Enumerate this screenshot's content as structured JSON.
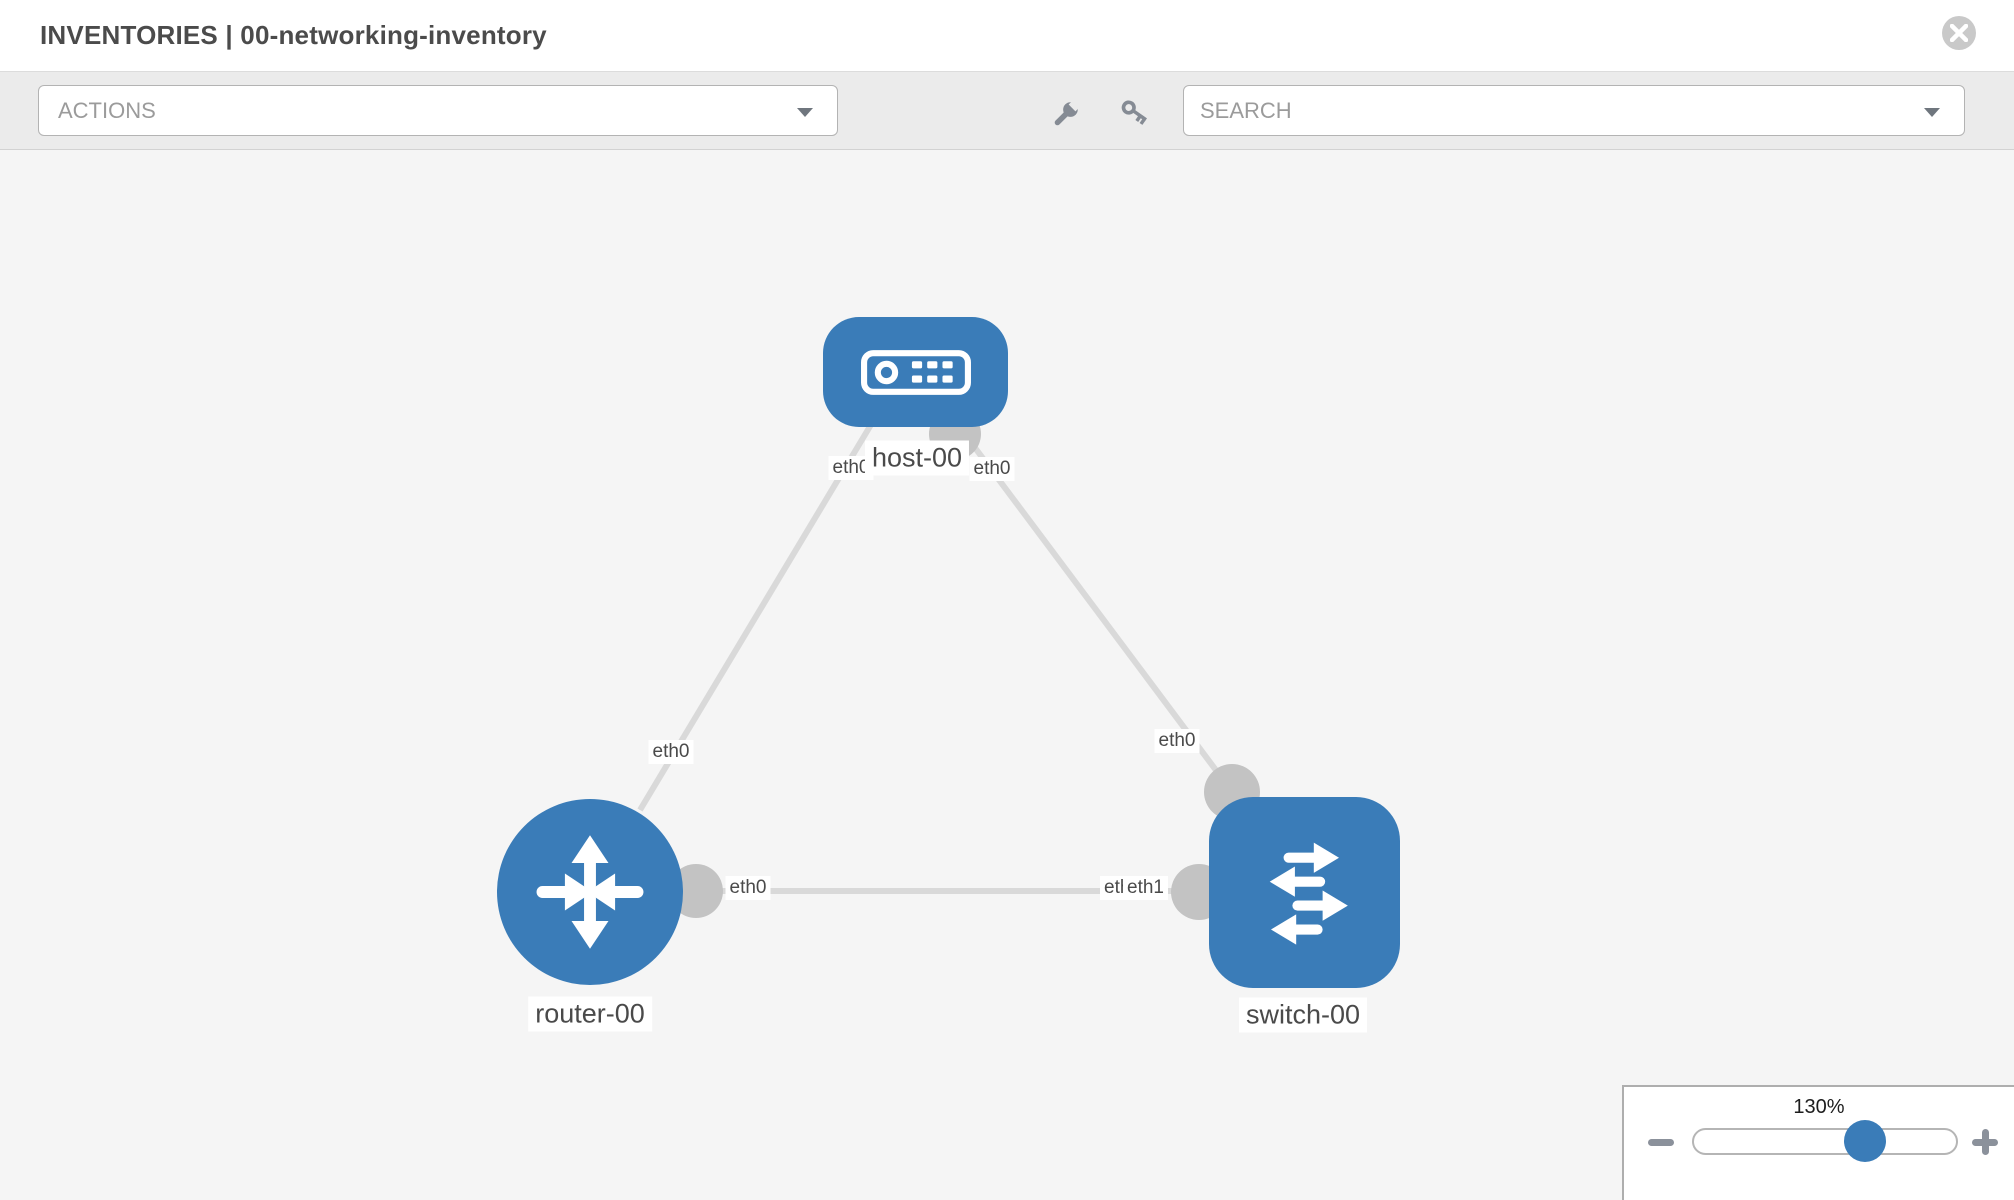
{
  "header": {
    "title": "INVENTORIES | 00-networking-inventory",
    "close_icon": "circle-x-icon"
  },
  "toolbar": {
    "actions_label": "ACTIONS",
    "search_placeholder": "SEARCH",
    "icons": [
      "wrench-icon",
      "key-icon"
    ]
  },
  "topology": {
    "nodes": {
      "host": {
        "label": "host-00",
        "type": "host",
        "icon": "server-icon"
      },
      "router": {
        "label": "router-00",
        "type": "router",
        "icon": "router-arrows-icon"
      },
      "switch": {
        "label": "switch-00",
        "type": "switch",
        "icon": "switch-arrows-icon"
      }
    },
    "interface_labels": {
      "host_to_router": "eth0",
      "host_to_switch": "eth0",
      "router_from_host": "eth0",
      "switch_from_host": "eth0",
      "router_to_switch": "eth0",
      "switch_link_back": "eth0",
      "switch_link_front": "eth1"
    },
    "links": [
      {
        "from": "host-00",
        "to": "router-00"
      },
      {
        "from": "host-00",
        "to": "switch-00"
      },
      {
        "from": "router-00",
        "to": "switch-00"
      }
    ]
  },
  "zoom_panel": {
    "level": "130%",
    "minus_icon": "minus-icon",
    "plus_icon": "plus-icon"
  },
  "colors": {
    "node_blue": "#3a7cb8",
    "port_gray": "#c3c3c3",
    "link_gray": "#d9d9d9",
    "canvas_bg": "#f5f5f5",
    "toolbar_bg": "#ebebeb"
  }
}
